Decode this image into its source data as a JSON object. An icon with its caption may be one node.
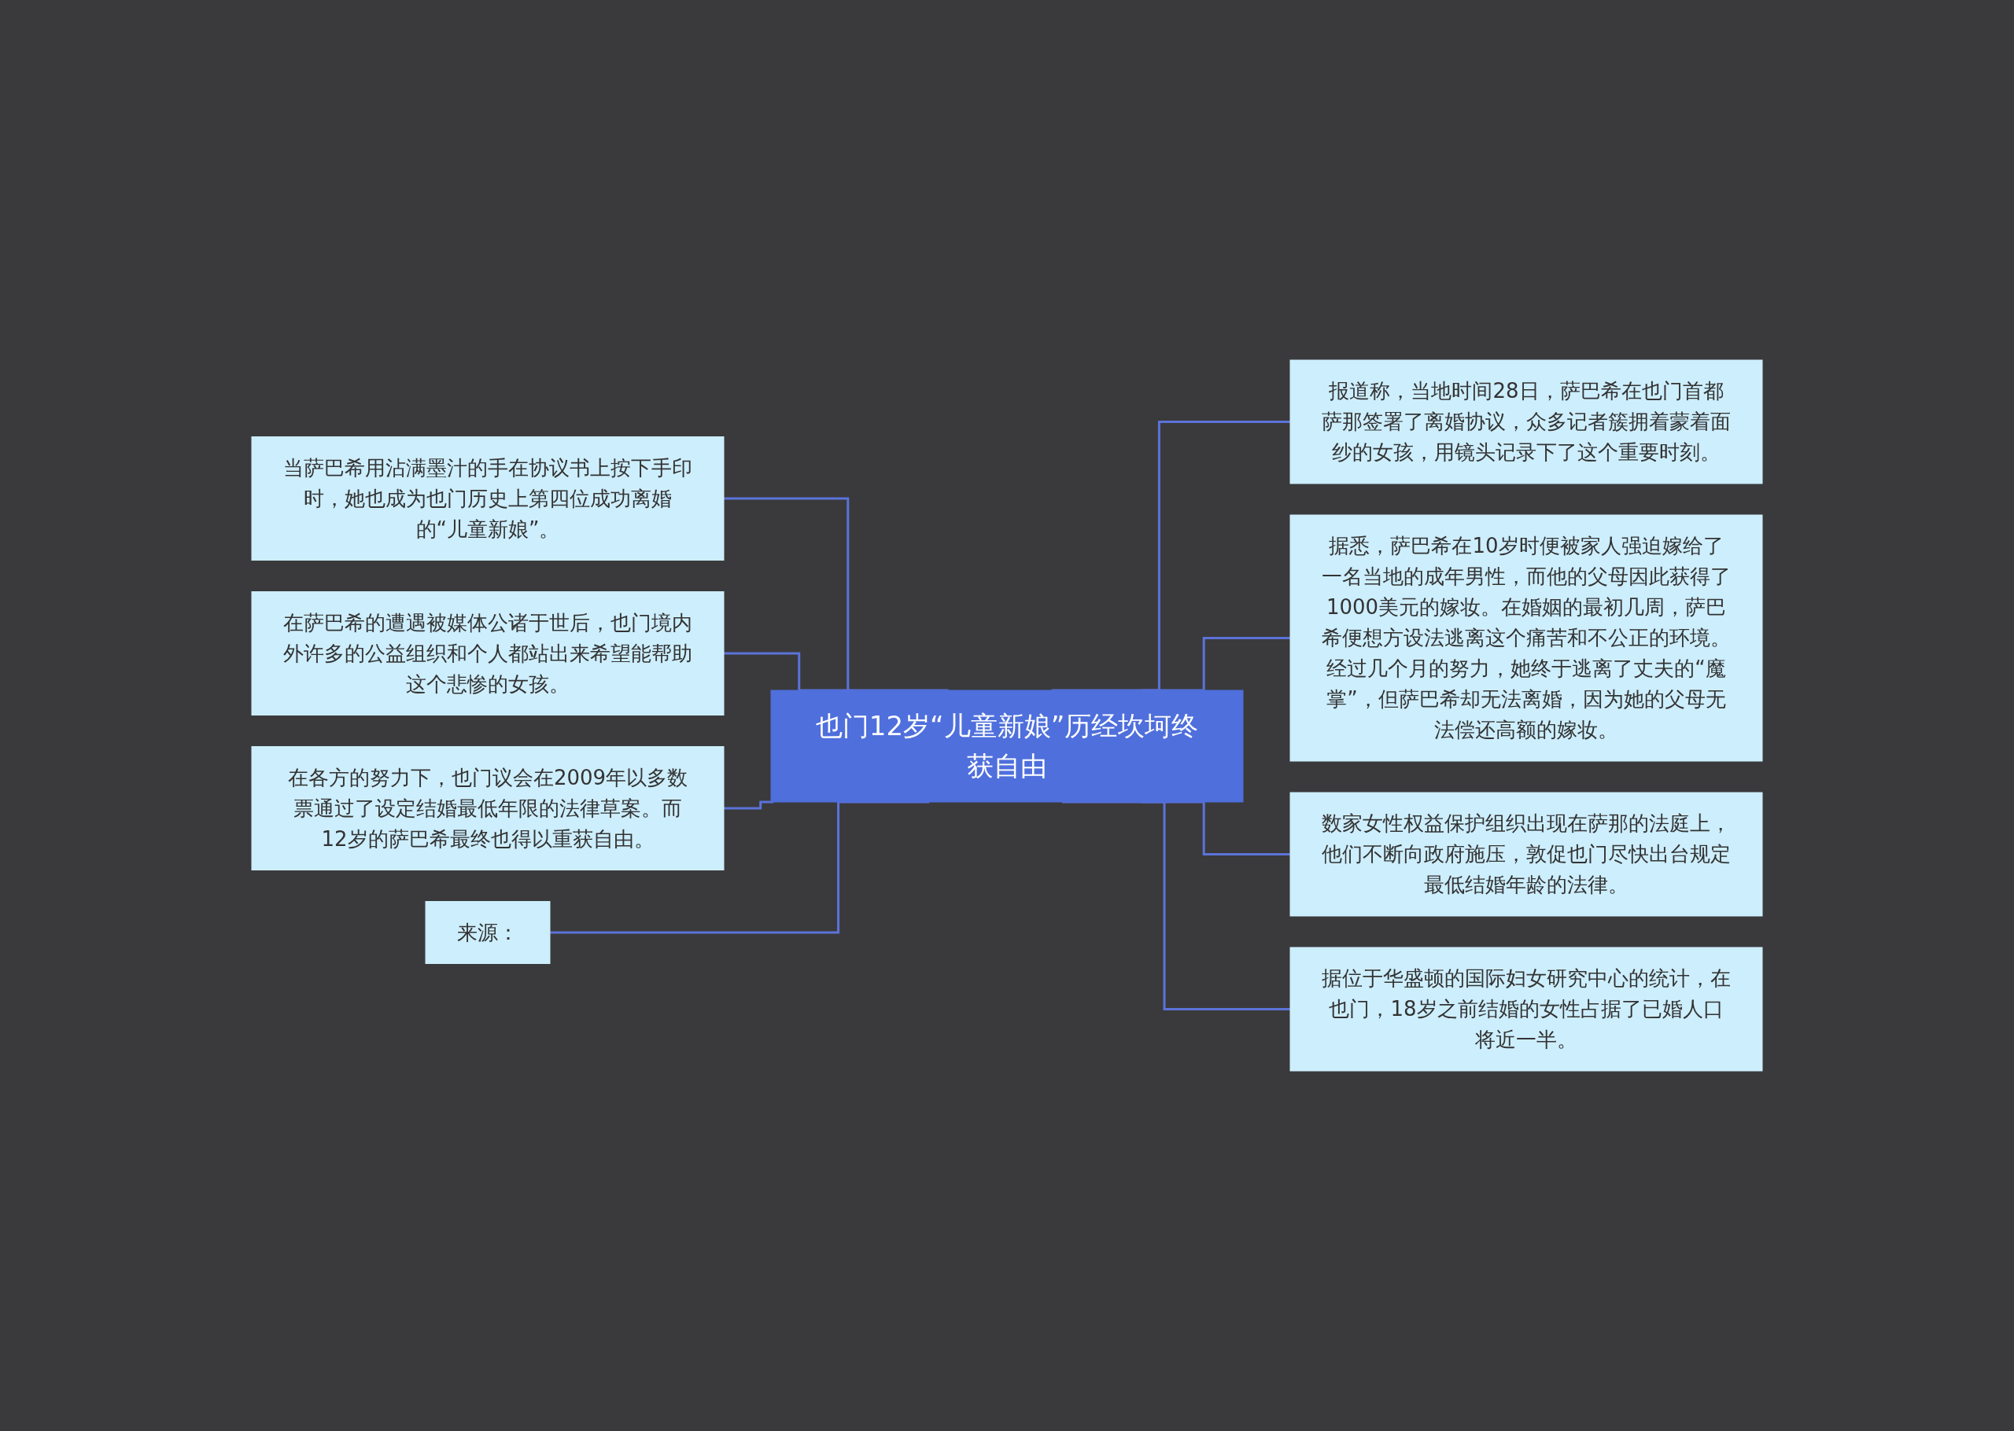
{
  "diagram": {
    "nodes": [
      {
        "text": [
          "也门12岁“儿童新娘”历经坎坷终获自由"
        ]
      },
      {
        "text": [
          "当萨巴希用沾满墨汁的手在协议书上按下手印时，她也成为也门历史上第四位成功离婚的“儿童新娘”。"
        ]
      },
      {
        "text": [
          "在萨巴希的遭遇被媒体公诸于世后，也门境内外许多的公益组织和个人都站出来希望能帮助这个悲惨的女孩。"
        ]
      },
      {
        "text": [
          "在各方的努力下，也门议会在2009年以多数票通过了设定结婚最低年限的法律草案。而12岁的萨巴希最终也得以重获自由。"
        ]
      },
      {
        "text": [
          "来源："
        ]
      },
      {
        "text": [
          "报道称，当地时间28日，萨巴希在也门首都萨那签署了离婚协议，众多记者簇拥着蒙着面纱的女孩，用镜头记录下了这个重要时刻。"
        ]
      },
      {
        "text": [
          "据悉，萨巴希在10岁时便被家人强迫嫁给了一名当地的成年男性，而他的父母因此获得了1000美元的嫁妆。在婚姻的最初几周，萨巴希便想方设法逃离这个痛苦和不公正的环境。经过几个月的努力，她终于逃离了丈夫的“魔掌”，但萨巴希却无法离婚，因为她的父母无法偿还高额的嫁妆。"
        ]
      },
      {
        "text": [
          "数家女性权益保护组织出现在萨那的法庭上，他们不断向政府施压，敦促也门尽快出台规定最低结婚年龄的法律。"
        ]
      },
      {
        "text": [
          "据位于华盛顿的国际妇女研究中心的统计，在也门，18岁之前结婚的女性占据了已婚人口将近一半。"
        ]
      }
    ],
    "edges": [
      {
        "from": 0,
        "to": 1,
        "arrow": "none"
      },
      {
        "from": 0,
        "to": 2,
        "arrow": "none"
      },
      {
        "from": 0,
        "to": 3,
        "arrow": "none"
      },
      {
        "from": 0,
        "to": 4,
        "arrow": "none"
      },
      {
        "from": 0,
        "to": 5,
        "arrow": "none"
      },
      {
        "from": 0,
        "to": 6,
        "arrow": "none"
      },
      {
        "from": 0,
        "to": 7,
        "arrow": "none"
      },
      {
        "from": 0,
        "to": 8,
        "arrow": "none"
      }
    ]
  }
}
